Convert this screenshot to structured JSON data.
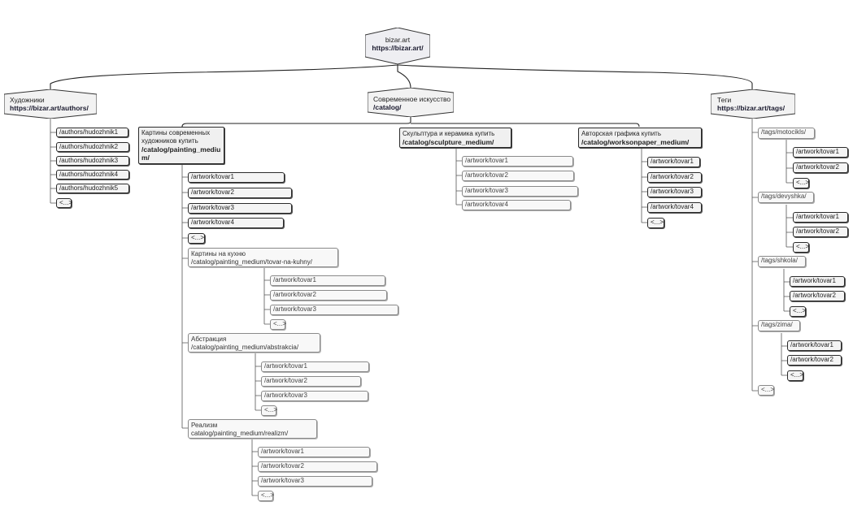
{
  "root": {
    "name": "bizar.art",
    "url": "https://bizar.art/"
  },
  "authors": {
    "title": "Художники",
    "url": "https://bizar.art/authors/",
    "items": [
      "/authors/hudozhnik1",
      "/authors/hudozhnik2",
      "/authors/hudozhnik3",
      "/authors/hudozhnik4",
      "/authors/hudozhnik5",
      "<...>"
    ]
  },
  "catalog": {
    "title": "Современное искусство",
    "url": "/catalog/",
    "painting": {
      "title": "Картины современных художников купить",
      "url": "/catalog/painting_medium/",
      "items": [
        "/artwork/tovar1",
        "/artwork/tovar2",
        "/artwork/tovar3",
        "/artwork/tovar4",
        "<...>"
      ],
      "subcats": [
        {
          "title": "Картины на кухню",
          "url": "/catalog/painting_medium/tovar-na-kuhny/",
          "items": [
            "/artwork/tovar1",
            "/artwork/tovar2",
            "/artwork/tovar3",
            "<...>"
          ]
        },
        {
          "title": "Абстракция",
          "url": "/catalog/painting_medium/abstrakcia/",
          "items": [
            "/artwork/tovar1",
            "/artwork/tovar2",
            "/artwork/tovar3",
            "<...>"
          ]
        },
        {
          "title": "Реализм",
          "url": "catalog/painting_medium/realizm/",
          "items": [
            "/artwork/tovar1",
            "/artwork/tovar2",
            "/artwork/tovar3",
            "<...>"
          ]
        }
      ]
    },
    "sculpture": {
      "title": "Скульптура и керамика купить",
      "url": "/catalog/sculpture_medium/",
      "items": [
        "/artwork/tovar1",
        "/artwork/tovar2",
        "/artwork/tovar3",
        "/artwork/tovar4"
      ]
    },
    "graphics": {
      "title": "Авторская графика купить",
      "url": "/catalog/worksonpaper_medium/",
      "items": [
        "/artwork/tovar1",
        "/artwork/tovar2",
        "/artwork/tovar3",
        "/artwork/tovar4",
        "<...>"
      ]
    }
  },
  "tags": {
    "title": "Теги",
    "url": "https://bizar.art/tags/",
    "groups": [
      {
        "url": "/tags/motocikls/",
        "items": [
          "/artwork/tovar1",
          "/artwork/tovar2",
          "<...>"
        ]
      },
      {
        "url": "/tags/devyshka/",
        "items": [
          "/artwork/tovar1",
          "/artwork/tovar2",
          "<...>"
        ]
      },
      {
        "url": "/tags/shkola/",
        "items": [
          "/artwork/tovar1",
          "/artwork/tovar2",
          "<...>"
        ]
      },
      {
        "url": "/tags/zima/",
        "items": [
          "/artwork/tovar1",
          "/artwork/tovar2",
          "<...>"
        ]
      }
    ],
    "more": "<...>"
  }
}
